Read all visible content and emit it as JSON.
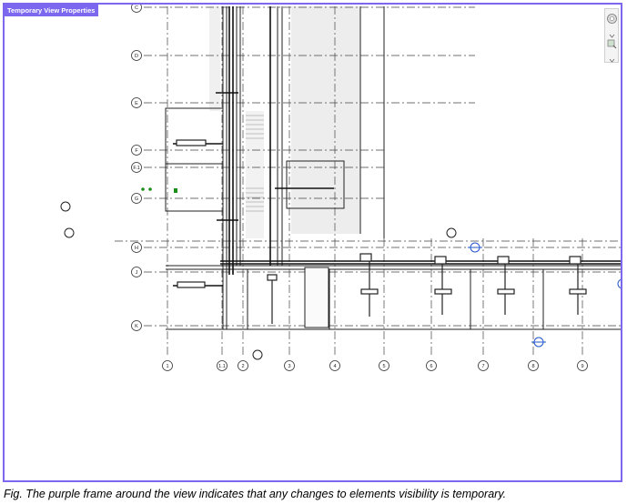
{
  "view": {
    "title": "Temporary View Properties",
    "frame_color": "#7b68ee"
  },
  "grid": {
    "rows": [
      "C",
      "D",
      "E",
      "F",
      "F.1",
      "G",
      "H",
      "J",
      "K"
    ],
    "columns": [
      "1",
      "1.1",
      "2",
      "3",
      "4",
      "5",
      "6",
      "7",
      "8",
      "9"
    ]
  },
  "navigation_bar": {
    "tools": [
      "steering-wheel-icon",
      "zoom-region-icon"
    ]
  },
  "caption": "Fig. The purple frame around the view indicates that any changes to elements visibility is temporary."
}
